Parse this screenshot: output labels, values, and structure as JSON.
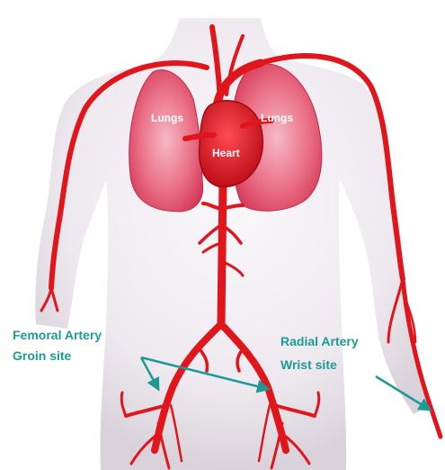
{
  "labels": {
    "lungs_left": "Lungs",
    "lungs_right": "Lungs",
    "heart": "Heart",
    "femoral_line1": "Femoral Artery",
    "femoral_line2": "Groin site",
    "radial_line1": "Radial Artery",
    "radial_line2": "Wrist site"
  },
  "colors": {
    "artery": "#e0161c",
    "lung": "#ea6f86",
    "body": "#eee9ef",
    "label_teal": "#1e9a96",
    "organ_text": "#ffffff"
  }
}
